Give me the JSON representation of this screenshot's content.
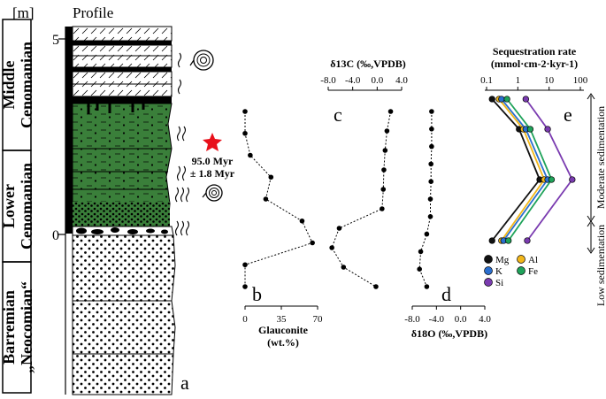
{
  "panel_letters": [
    "a",
    "b",
    "c",
    "d",
    "e"
  ],
  "profile": {
    "title": "Profile",
    "depth_unit": "[m]",
    "depth_ticks": [
      "5",
      "0"
    ],
    "stages": [
      {
        "text": "Middle Cenomanian"
      },
      {
        "text": "Lower Cenomanian"
      },
      {
        "text": "Barremian “Neocomian“"
      }
    ],
    "age_label": [
      "95.0 Myr",
      "± 1.8 Myr"
    ]
  },
  "colors": {
    "glauconitic_sand": "#3a7f3a",
    "age_star": "#e8101a",
    "Mg": "#111111",
    "Al": "#f2b71a",
    "K": "#2a6fcf",
    "Fe": "#1fa35a",
    "Si": "#7a3bb0"
  },
  "icons": [
    "ammonite-icon",
    "bioturbation-icon",
    "star-icon"
  ],
  "sedimentation_labels": [
    "Moderate sedimentation",
    "Low sedimentation"
  ],
  "chart_data": [
    {
      "type": "line",
      "panel": "b",
      "xlabel": "Glauconite",
      "xlabel_unit": "(wt.%)",
      "xticks": [
        "0",
        "35",
        "70"
      ],
      "xlim": [
        0,
        70
      ],
      "ylabel": "",
      "series": [
        {
          "x": [
            0,
            0,
            5,
            25,
            20,
            55,
            65,
            0,
            0
          ]
        }
      ]
    },
    {
      "type": "line",
      "panel": "c",
      "xlabel": "δ13C (‰,VPDB)",
      "xticks": [
        "-8.0",
        "-4.0",
        "0.0",
        "4.0"
      ],
      "xlim": [
        -8,
        4
      ],
      "series": [
        {
          "x": [
            2.2,
            1.6,
            1.3,
            1.1,
            1.0,
            0.8,
            -6.2,
            -7.4,
            -5.5,
            -0.2
          ]
        }
      ]
    },
    {
      "type": "line",
      "panel": "d",
      "xlabel": "δ18O (‰,VPDB)",
      "xticks": [
        "-8.0",
        "-4.0",
        "0.0",
        "4.0"
      ],
      "xlim": [
        -8,
        4
      ],
      "series": [
        {
          "x": [
            -4.8,
            -4.8,
            -4.8,
            -4.9,
            -4.9,
            -5.0,
            -5.0,
            -5.6,
            -6.6,
            -6.8,
            -5.6
          ]
        }
      ]
    },
    {
      "type": "line",
      "panel": "e",
      "title": "Sequestration rate",
      "title_unit": "(mmol·cm-2·kyr-1)",
      "xscale": "log",
      "xticks": [
        "0.1",
        "1",
        "10",
        "100"
      ],
      "xlim": [
        0.1,
        100
      ],
      "legend": "bottom-left",
      "series": [
        {
          "name": "Mg",
          "x": [
            0.15,
            1.1,
            5.0,
            0.15
          ]
        },
        {
          "name": "Al",
          "x": [
            0.25,
            1.5,
            7.0,
            0.3
          ]
        },
        {
          "name": "K",
          "x": [
            0.3,
            1.8,
            9.0,
            0.35
          ]
        },
        {
          "name": "Fe",
          "x": [
            0.45,
            2.5,
            12.0,
            0.5
          ]
        },
        {
          "name": "Si",
          "x": [
            1.8,
            9.0,
            55.0,
            2.0
          ]
        }
      ]
    }
  ]
}
